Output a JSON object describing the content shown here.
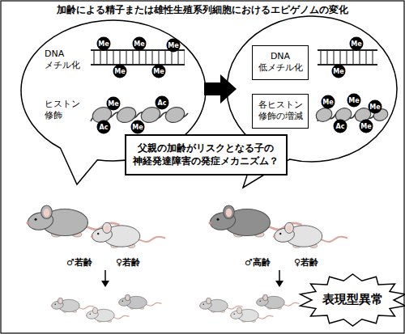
{
  "diagram": {
    "title": "加齢による精子または雄性生殖系列細胞におけるエピゲノムの変化",
    "nodes": [
      {
        "text": [
          "DNA メチル化",
          "ヒストン 修飾"
        ]
      },
      {
        "text": [
          "DNA 低メチル化"
        ]
      },
      {
        "text": [
          "各ヒストン 修飾の増減"
        ]
      },
      {
        "text": [
          "父親の加齢がリスクとなる子の 神経発達障害の発症メカニズム？"
        ]
      },
      {
        "text": [
          "表現型異常"
        ]
      }
    ],
    "labels": [
      "Me",
      "Me",
      "Me",
      "Me",
      "Me",
      "Me",
      "Ac",
      "Me",
      "Ac",
      "Me",
      "Me",
      "Me",
      "Me",
      "Me",
      "Ac",
      "Me",
      "♂若齢",
      "♀若齢",
      "♂高齢",
      "♀若齢"
    ]
  }
}
